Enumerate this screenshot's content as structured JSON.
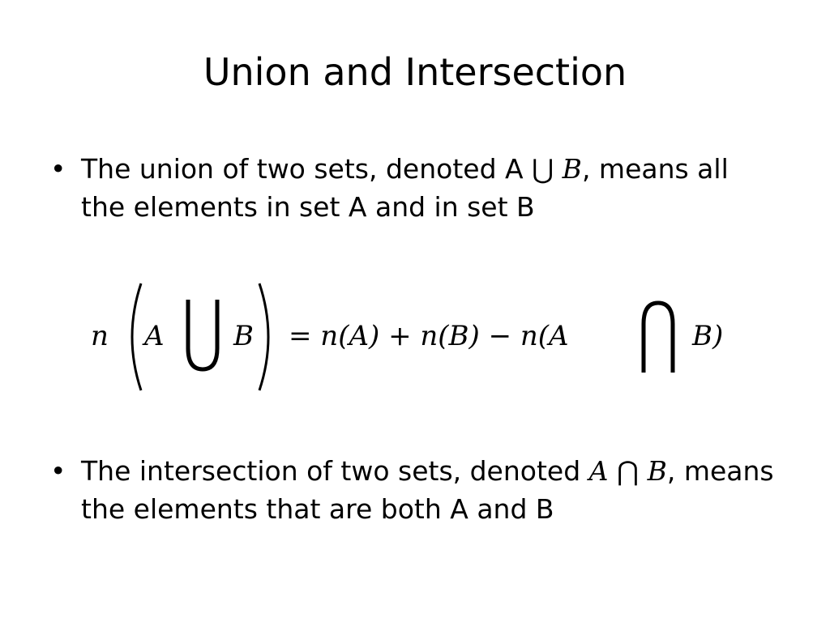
{
  "slide": {
    "title": "Union and Intersection",
    "bullet_marker": "•",
    "bullet1": {
      "text_before": "The union of two sets, denoted ",
      "math": {
        "a": "A",
        "op": "⋃",
        "b": "B"
      },
      "text_after": ", means all the elements in set A and in set B"
    },
    "bullet2": {
      "text_before": "The intersection of two sets, denoted ",
      "math": {
        "a": "A",
        "op": "⋂",
        "b": "B"
      },
      "text_after": ", means the elements that are both A and B"
    },
    "formula": {
      "n_left": "n",
      "A_left": "A",
      "B_left": "B",
      "rhs_1": "= n(A) + n(B) − n(A",
      "B_right": "B)"
    }
  }
}
